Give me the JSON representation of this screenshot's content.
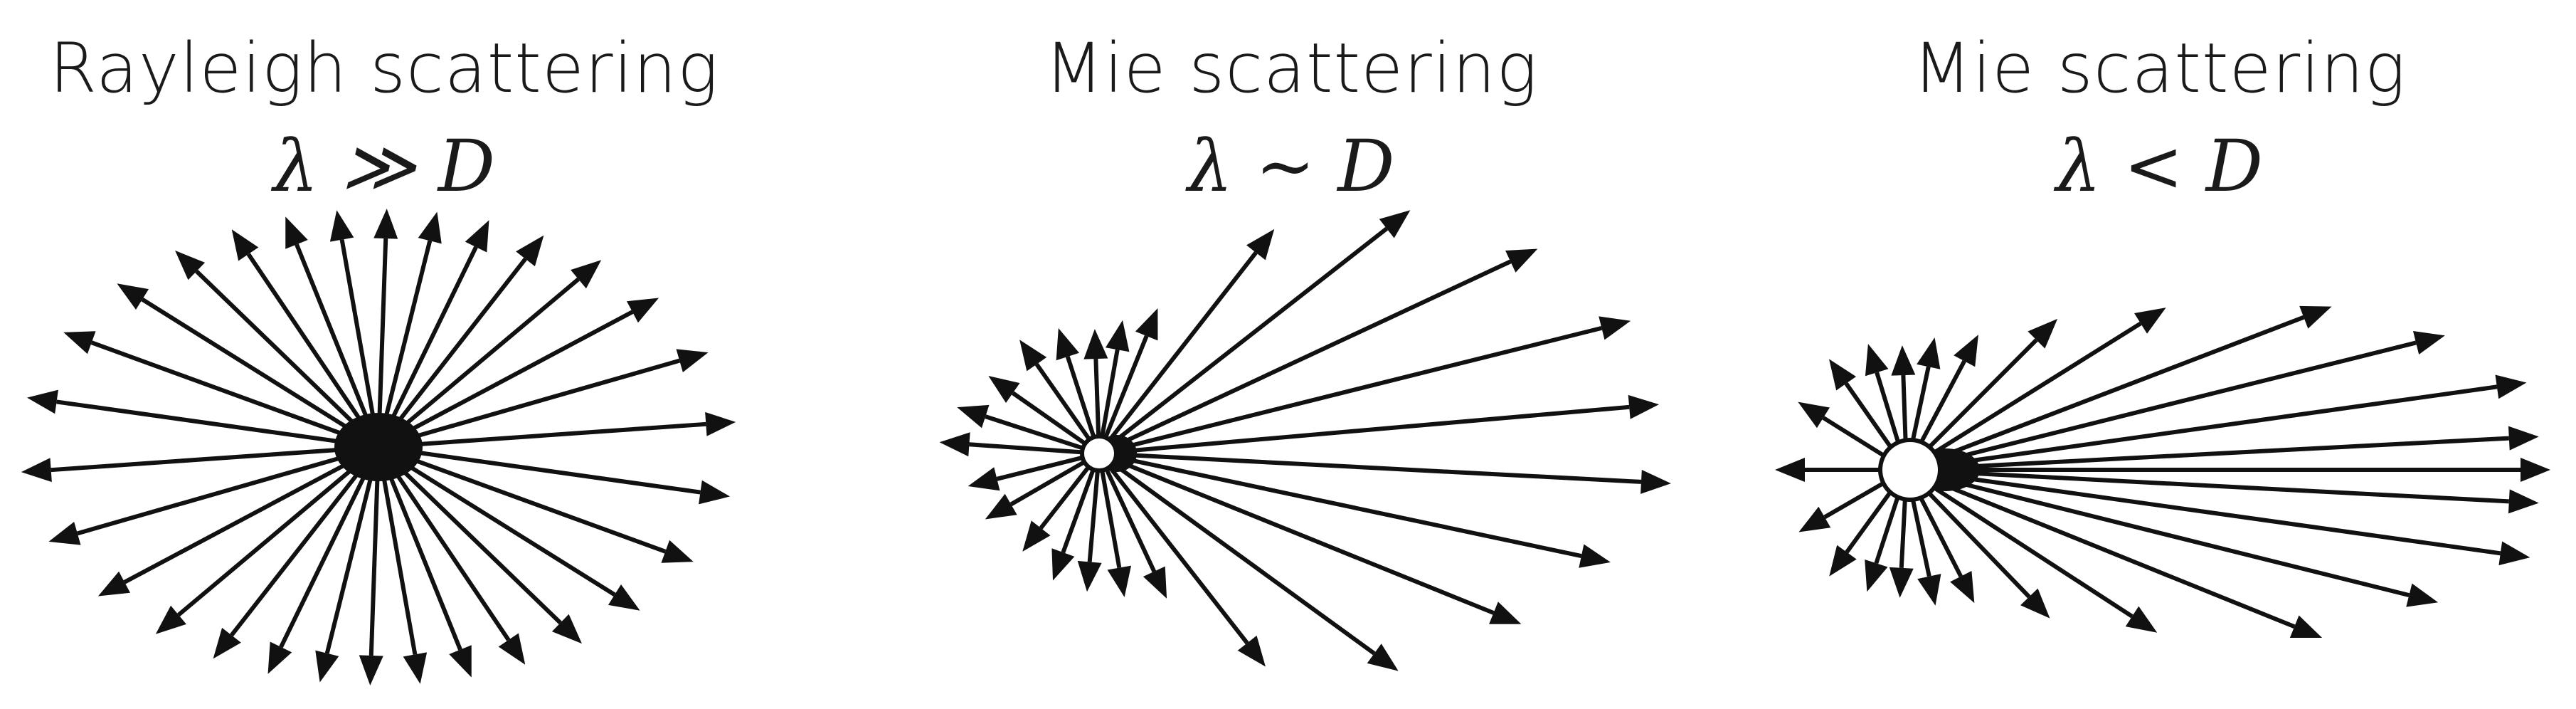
{
  "panels": [
    {
      "title": "Rayleigh scattering",
      "relation": "λ ≫ D",
      "particle": "small-dark-particle-icon"
    },
    {
      "title": "Mie scattering",
      "relation": "λ ~ D",
      "particle": "medium-hollow-particle-icon"
    },
    {
      "title": "Mie scattering",
      "relation": "λ < D",
      "particle": "large-hollow-particle-icon"
    }
  ],
  "colors": {
    "ink": "#111111",
    "particle_fill": "#ffffff"
  }
}
